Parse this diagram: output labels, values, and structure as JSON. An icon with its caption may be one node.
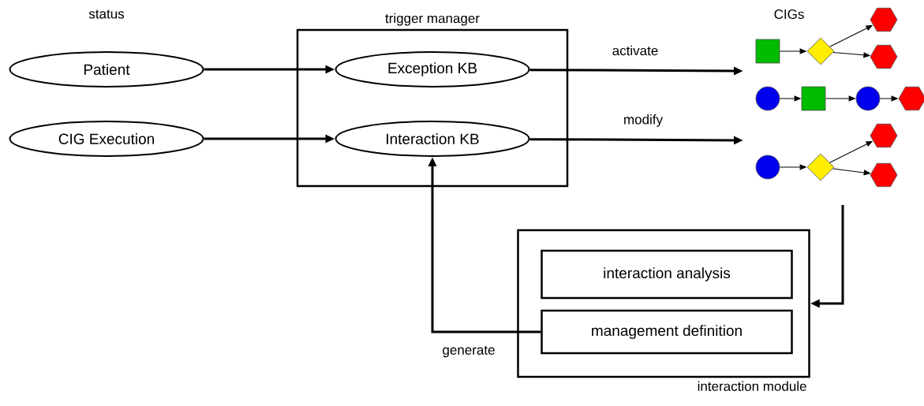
{
  "diagram": {
    "nodes": [
      {
        "text": [
          "Patient"
        ]
      },
      {
        "text": [
          "CIG Execution"
        ]
      },
      {
        "text": [
          "trigger manager"
        ]
      },
      {
        "text": [
          "Exception KB"
        ],
        "in": 2
      },
      {
        "text": [
          "Interaction KB"
        ],
        "in": 2
      },
      {
        "text": [],
        "shape": "box"
      },
      {
        "text": [],
        "shape": "diamond"
      },
      {
        "text": [],
        "shape": "hexagon"
      },
      {
        "text": [],
        "shape": "hexagon"
      },
      {
        "text": [],
        "shape": "circle"
      },
      {
        "text": [],
        "shape": "box"
      },
      {
        "text": [],
        "shape": "circle"
      },
      {
        "text": [],
        "shape": "hexagon"
      },
      {
        "text": [],
        "shape": "circle"
      },
      {
        "text": [],
        "shape": "diamond"
      },
      {
        "text": [],
        "shape": "hexagon"
      },
      {
        "text": [],
        "shape": "hexagon"
      },
      {
        "text": [
          "interaction module"
        ]
      },
      {
        "text": [
          "interaction analysis"
        ],
        "in": 17
      },
      {
        "text": [
          "management definition"
        ],
        "in": 17
      }
    ],
    "edges": [
      {
        "from": 0,
        "to": 3,
        "arrow": "to",
        "style": "thick"
      },
      {
        "from": 1,
        "to": 4,
        "arrow": "to",
        "style": "thick"
      },
      {
        "from": 3,
        "to": null,
        "arrow": "to",
        "style": "thick",
        "label": "activate"
      },
      {
        "from": 4,
        "to": null,
        "arrow": "to",
        "style": "thick",
        "label": "modify"
      },
      {
        "from": null,
        "to": 17,
        "arrow": "to",
        "style": "thick"
      },
      {
        "from": 19,
        "to": 4,
        "arrow": "to",
        "style": "thick",
        "label": "generate"
      },
      {
        "from": 5,
        "to": 6,
        "arrow": "to"
      },
      {
        "from": 6,
        "to": 7,
        "arrow": "to"
      },
      {
        "from": 6,
        "to": 8,
        "arrow": "to"
      },
      {
        "from": 9,
        "to": 10,
        "arrow": "to"
      },
      {
        "from": 10,
        "to": 11,
        "arrow": "to"
      },
      {
        "from": 11,
        "to": 12,
        "arrow": "to"
      },
      {
        "from": 13,
        "to": 14,
        "arrow": "to"
      },
      {
        "from": 14,
        "to": 15,
        "arrow": "to"
      },
      {
        "from": 14,
        "to": 16,
        "arrow": "to"
      }
    ],
    "labels": [
      "status",
      "CIGs"
    ]
  }
}
